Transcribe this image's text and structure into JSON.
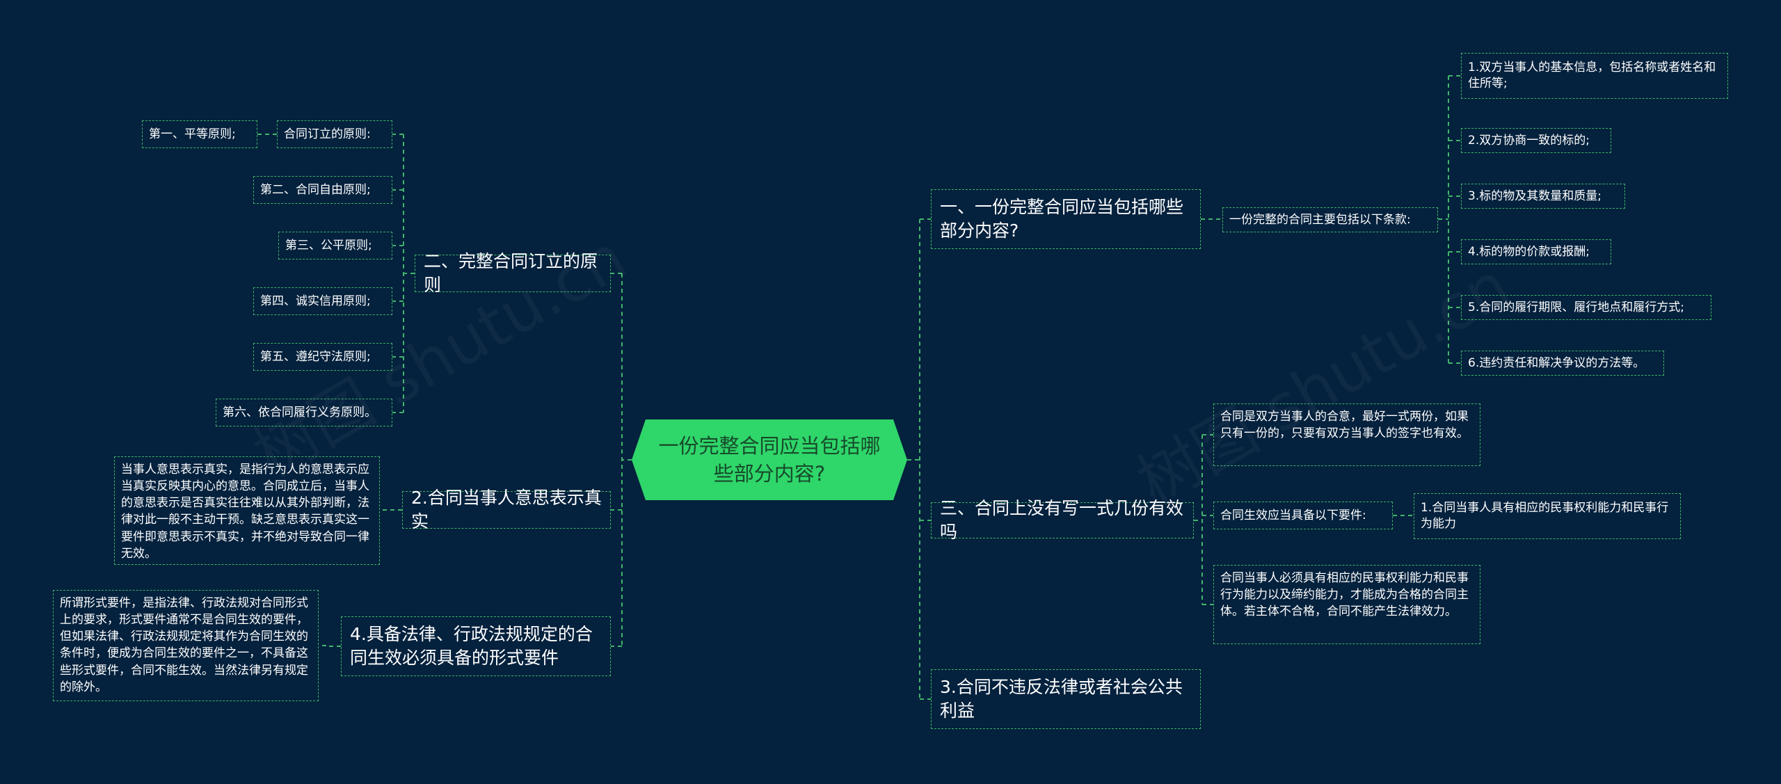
{
  "root": {
    "title": "一份完整合同应当包括哪些部分内容?"
  },
  "right": {
    "r1": {
      "title": "一、一份完整合同应当包括哪些部分内容?",
      "sub": "一份完整的合同主要包括以下条款:",
      "items": [
        "1.双方当事人的基本信息，包括名称或者姓名和住所等;",
        "2.双方协商一致的标的;",
        "3.标的物及其数量和质量;",
        "4.标的物的价款或报酬;",
        "5.合同的履行期限、履行地点和履行方式;",
        "6.违约责任和解决争议的方法等。"
      ]
    },
    "r2": {
      "title": "三、合同上没有写一式几份有效吗",
      "para1": "合同是双方当事人的合意，最好一式两份，如果只有一份的，只要有双方当事人的签字也有效。",
      "sub": "合同生效应当具备以下要件:",
      "sub_item": "1.合同当事人具有相应的民事权利能力和民事行为能力",
      "para2": "合同当事人必须具有相应的民事权利能力和民事行为能力以及缔约能力，才能成为合格的合同主体。若主体不合格，合同不能产生法律效力。"
    },
    "r3": {
      "title": "3.合同不违反法律或者社会公共利益"
    }
  },
  "left": {
    "l1": {
      "title": "二、完整合同订立的原则",
      "sub": "合同订立的原则:",
      "sub_item": "第一、平等原则;",
      "items": [
        "第二、合同自由原则;",
        "第三、公平原则;",
        "第四、诚实信用原则;",
        "第五、遵纪守法原则;",
        "第六、依合同履行义务原则。"
      ]
    },
    "l2": {
      "title": "2.合同当事人意思表示真实",
      "para": "当事人意思表示真实，是指行为人的意思表示应当真实反映其内心的意思。合同成立后，当事人的意思表示是否真实往往难以从其外部判断，法律对此一般不主动干预。缺乏意思表示真实这一要件即意思表示不真实，并不绝对导致合同一律无效。"
    },
    "l3": {
      "title": "4.具备法律、行政法规规定的合同生效必须具备的形式要件",
      "para": "所谓形式要件，是指法律、行政法规对合同形式上的要求，形式要件通常不是合同生效的要件，但如果法律、行政法规规定将其作为合同生效的条件时，便成为合同生效的要件之一，不具备这些形式要件，合同不能生效。当然法律另有规定的除外。"
    }
  },
  "watermark": "树图 shutu.cn",
  "colors": {
    "background": "#04213d",
    "root_fill": "#2fd66a",
    "line": "#3fb56a",
    "text": "#ffffff"
  }
}
